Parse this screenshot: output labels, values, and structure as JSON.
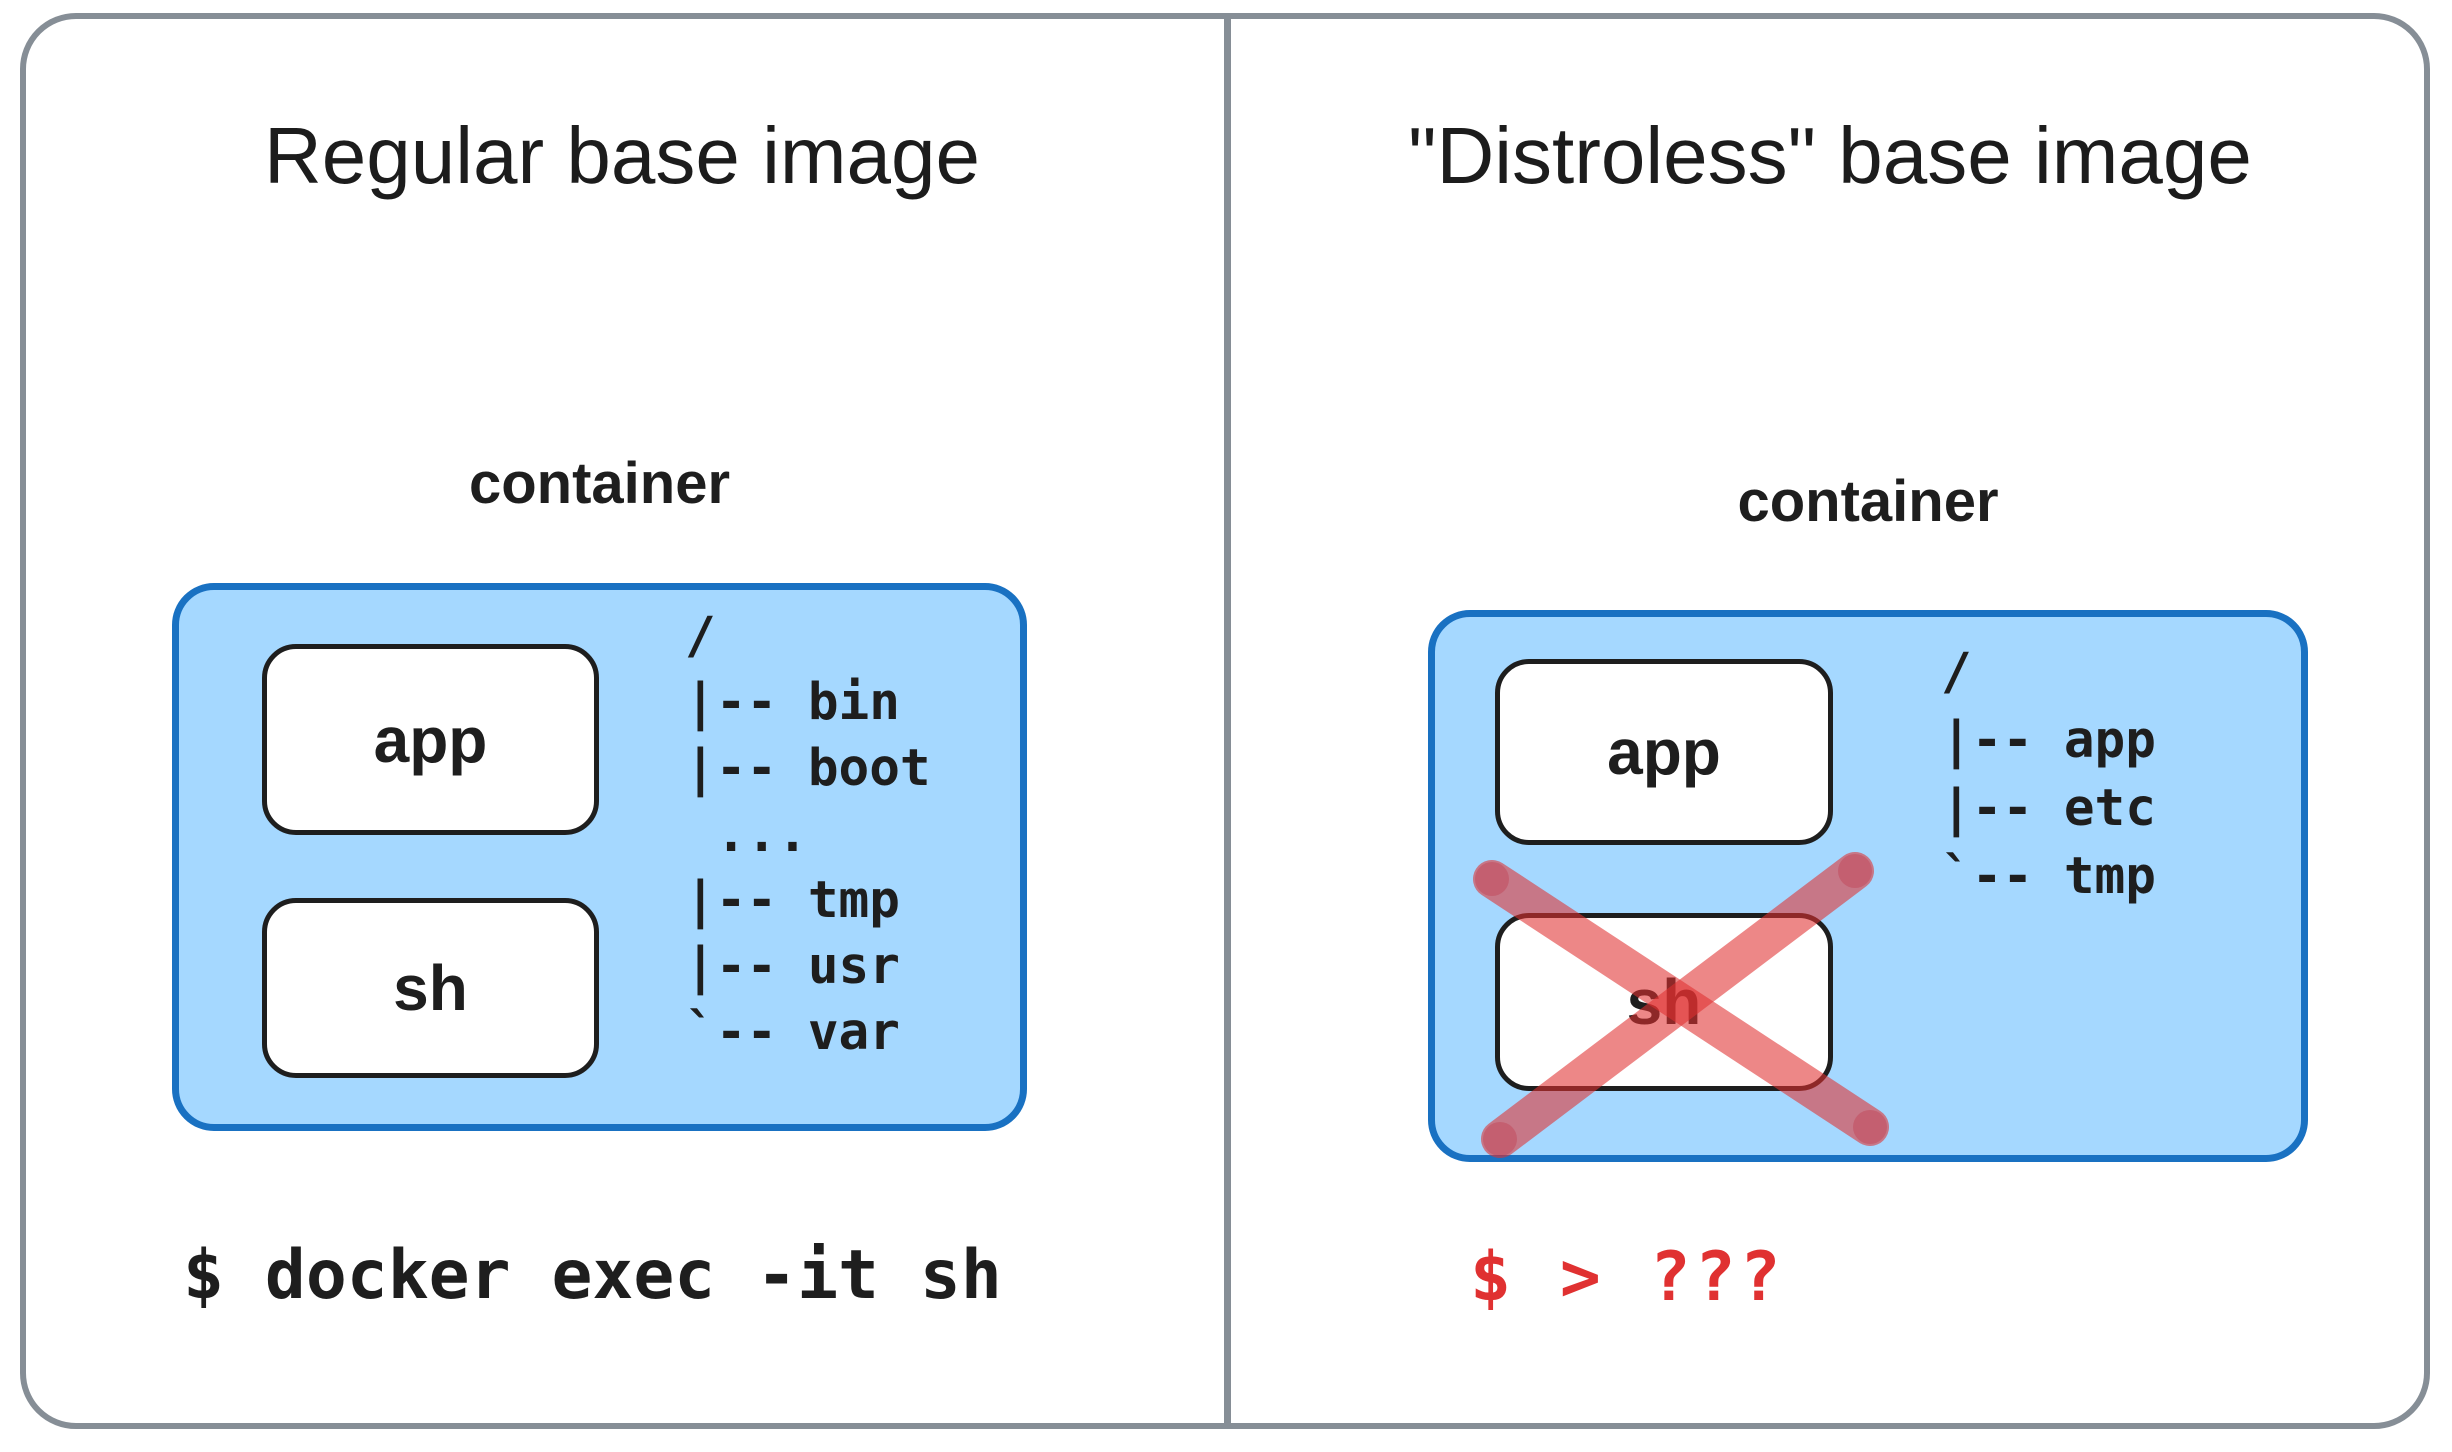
{
  "left_panel": {
    "title": "Regular base image",
    "container_label": "container",
    "app_label": "app",
    "sh_label": "sh",
    "file_tree": [
      "/",
      "|-- bin",
      "|-- boot",
      " ...",
      "|-- tmp",
      "|-- usr",
      "`-- var"
    ],
    "command": "$ docker exec -it sh"
  },
  "right_panel": {
    "title": "\"Distroless\" base image",
    "container_label": "container",
    "app_label": "app",
    "sh_label": "sh",
    "file_tree": [
      "/",
      "|-- app",
      "|-- etc",
      "`-- tmp"
    ],
    "command": "$ > ???"
  },
  "colors": {
    "container_fill": "#a5d8ff",
    "container_border": "#1971c2",
    "frame_border": "#868e96",
    "text": "#1e1e1e",
    "alert_red": "#e03131"
  }
}
